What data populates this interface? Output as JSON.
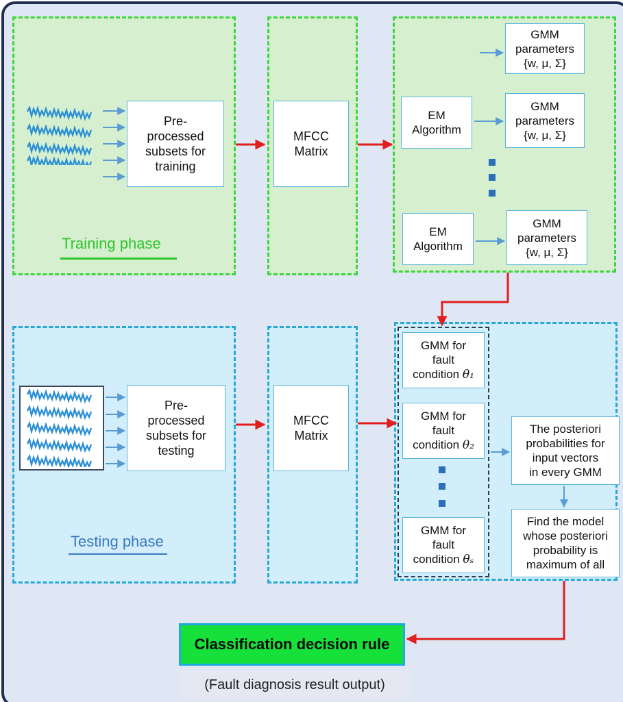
{
  "training": {
    "phase_label": "Training phase",
    "preprocess_box": "Pre-\nprocessed\nsubsets for\ntraining",
    "mfcc_box": "MFCC\nMatrix",
    "gmm_params_top": "GMM\nparameters\n{w, μ, Σ}",
    "em_1": "EM\nAlgorithm",
    "gmm_params_1": "GMM\nparameters\n{w, μ, Σ}",
    "em_2": "EM\nAlgorithm",
    "gmm_params_2": "GMM\nparameters\n{w, μ, Σ}"
  },
  "testing": {
    "phase_label": "Testing phase",
    "preprocess_box": "Pre-\nprocessed\nsubsets for\ntesting",
    "mfcc_box": "MFCC\nMatrix",
    "gmm_1_text": "GMM for\nfault\ncondition ",
    "gmm_1_symbol": "θ₁",
    "gmm_2_text": "GMM for\nfault\ncondition ",
    "gmm_2_symbol": "θ₂",
    "gmm_s_text": "GMM for\nfault\ncondition ",
    "gmm_s_symbol": "θₛ",
    "posteriori_box": "The posteriori\nprobabilities for\ninput vectors\nin every GMM",
    "find_model_box": "Find the model\nwhose posteriori\nprobability is\nmaximum of all"
  },
  "decision": {
    "label": "Classification decision rule",
    "output_note": "(Fault diagnosis result output)"
  },
  "colors": {
    "green_accent": "#3fd43f",
    "blue_accent": "#2aa6d6",
    "red_arrow": "#e01e1e",
    "blue_arrow": "#5a9bd6",
    "ellipsis_squares": "#2a6fb8",
    "signal": "#2a8fd6",
    "decision_fill": "#16e13a"
  }
}
